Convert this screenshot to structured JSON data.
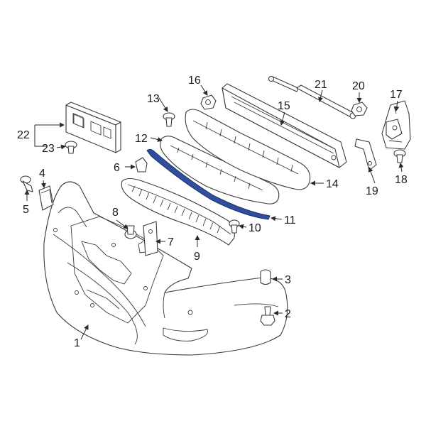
{
  "diagram": {
    "highlight_color": "#2f4f9e",
    "callouts": {
      "c1": "1",
      "c2": "2",
      "c3": "3",
      "c4": "4",
      "c5": "5",
      "c6": "6",
      "c7": "7",
      "c8": "8",
      "c9": "9",
      "c10": "10",
      "c11": "11",
      "c12": "12",
      "c13": "13",
      "c14": "14",
      "c15": "15",
      "c16": "16",
      "c17": "17",
      "c18": "18",
      "c19": "19",
      "c20": "20",
      "c21": "21",
      "c22": "22",
      "c23": "23"
    }
  }
}
